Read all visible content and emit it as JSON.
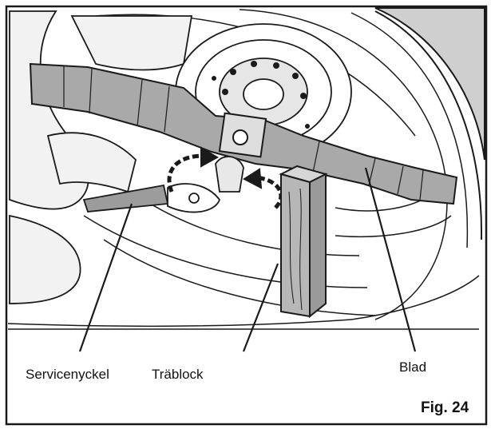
{
  "labels": {
    "key": "Servicenyckel",
    "block": "Träblock",
    "blade": "Blad"
  },
  "figure_number": "Fig. 24",
  "colors": {
    "line": "#1a1a1a",
    "blade_fill": "#a9a9a9",
    "wood_fill": "#b7b7b7",
    "deck_fill": "#ffffff",
    "outer_fill": "#d9d9d9"
  }
}
